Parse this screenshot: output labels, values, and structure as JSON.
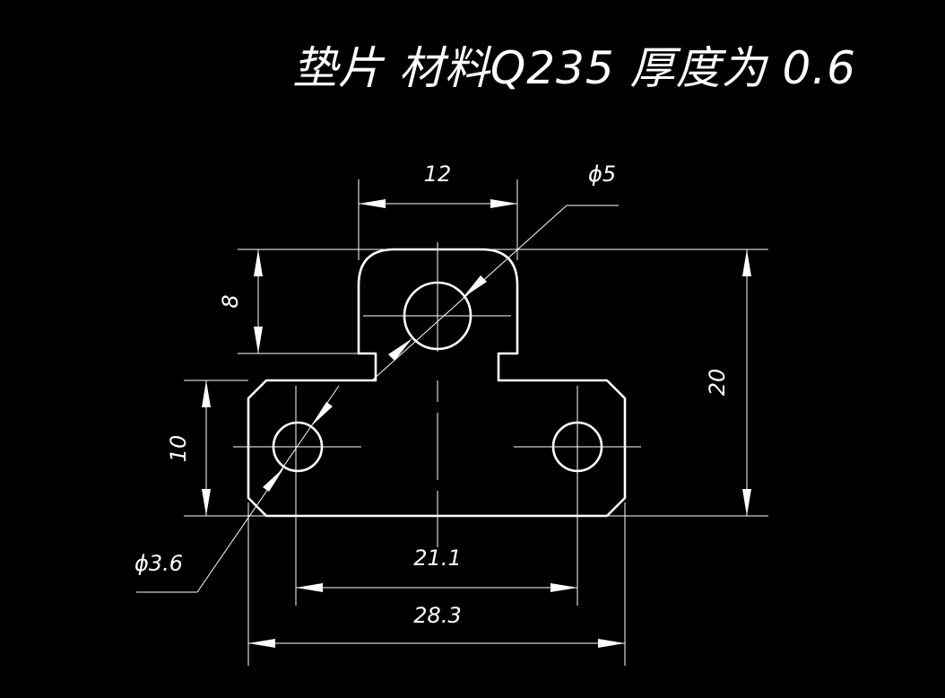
{
  "drawing": {
    "title": "垫片    材料Q235    厚度为 0.6",
    "dimensions": {
      "top_width": "12",
      "big_hole_dia": "ϕ5",
      "head_height": "8",
      "overall_height": "20",
      "base_height": "10",
      "small_hole_dia": "ϕ3.6",
      "hole_spacing": "21.1",
      "overall_width": "28.3"
    }
  }
}
